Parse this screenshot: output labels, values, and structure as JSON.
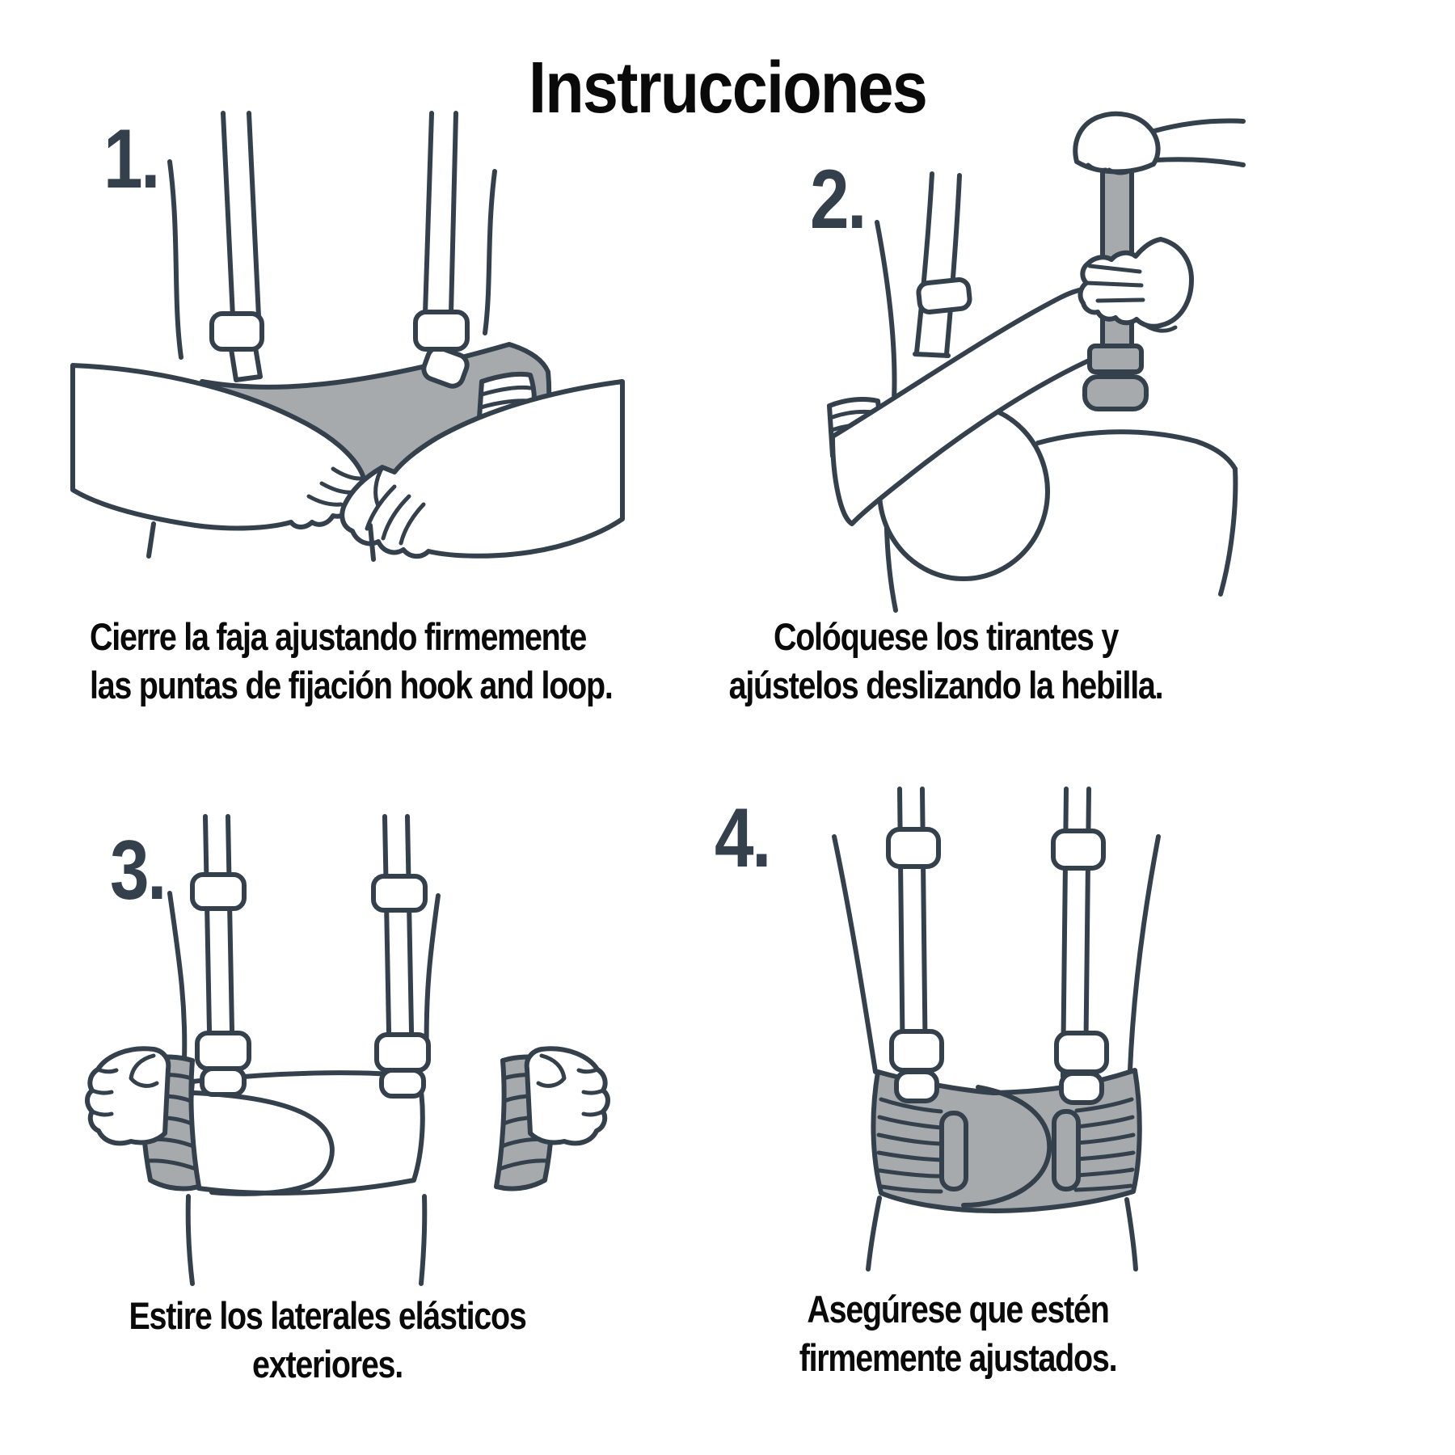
{
  "title": "Instrucciones",
  "colors": {
    "line": "#34414c",
    "gray": "#a6aaac",
    "text": "#0a0a0a"
  },
  "steps": [
    {
      "number": "1.",
      "caption_line1": "Cierre la faja ajustando firmemente",
      "caption_line2": "las puntas de fijación hook and loop.",
      "illustration": "hands-closing-belt"
    },
    {
      "number": "2.",
      "caption_line1": "Colóquese los tirantes y",
      "caption_line2": "ajústelos deslizando la hebilla.",
      "illustration": "hands-sliding-suspender-buckle"
    },
    {
      "number": "3.",
      "caption_line1": "Estire los laterales elásticos",
      "caption_line2": "exteriores.",
      "illustration": "fists-stretching-side-elastics"
    },
    {
      "number": "4.",
      "caption_line1": "Asegúrese que estén",
      "caption_line2": "firmemente ajustados.",
      "illustration": "belt-firmly-fastened"
    }
  ]
}
